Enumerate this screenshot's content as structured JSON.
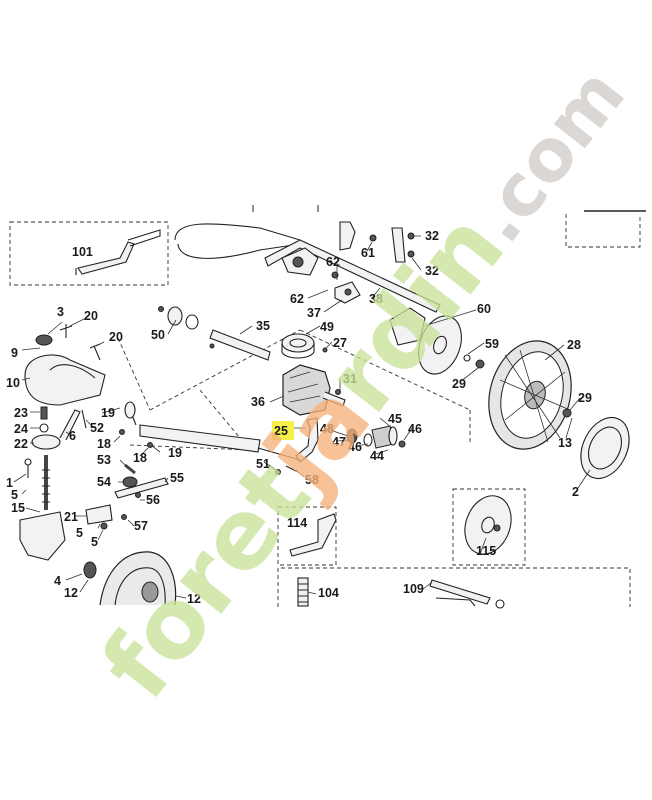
{
  "diagram": {
    "highlighted_part": "25",
    "highlight_color": "#f5f04a",
    "watermark": {
      "text_parts": [
        "foret",
        "ja",
        "r",
        "din",
        ".com"
      ],
      "colors": {
        "green": "#c8e29a",
        "orange": "#f6b27a",
        "gray": "#d0ccc8"
      }
    },
    "labels": {
      "l101": "101",
      "l3": "3",
      "l20a": "20",
      "l20b": "20",
      "l9": "9",
      "l10": "10",
      "l23": "23",
      "l24": "24",
      "l22": "22",
      "l6": "6",
      "l52": "52",
      "l19a": "19",
      "l18a": "18",
      "l19b": "19",
      "l18b": "18",
      "l53": "53",
      "l54": "54",
      "l55": "55",
      "l56": "56",
      "l57": "57",
      "l1": "1",
      "l5a": "5",
      "l15": "15",
      "l21": "21",
      "l5b": "5",
      "l5c": "5",
      "l4": "4",
      "l12a": "12",
      "l12b": "12",
      "l50": "50",
      "l35": "35",
      "l49": "49",
      "l27": "27",
      "l36": "36",
      "l31": "31",
      "l25": "25",
      "l48": "48",
      "l47": "47",
      "l46a": "46",
      "l45": "45",
      "l46b": "46",
      "l44": "44",
      "l51": "51",
      "l58": "58",
      "l61": "61",
      "l62a": "62",
      "l62b": "62",
      "l37": "37",
      "l38": "38",
      "l32a": "32",
      "l32b": "32",
      "l60": "60",
      "l59": "59",
      "l29a": "29",
      "l28": "28",
      "l29b": "29",
      "l13": "13",
      "l2": "2",
      "l114": "114",
      "l115": "115",
      "l104": "104",
      "l109": "109"
    }
  }
}
